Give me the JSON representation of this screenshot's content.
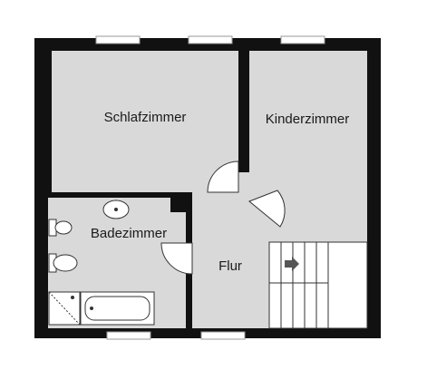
{
  "rooms": {
    "bedroom": "Schlafzimmer",
    "kids_room": "Kinderzimmer",
    "bathroom": "Badezimmer",
    "hallway": "Flur"
  },
  "colors": {
    "wall": "#111111",
    "floor": "#d9d9d9",
    "fixture": "#ffffff",
    "line": "#333333"
  },
  "icons": {
    "stairs_direction": "arrow-right-icon"
  }
}
